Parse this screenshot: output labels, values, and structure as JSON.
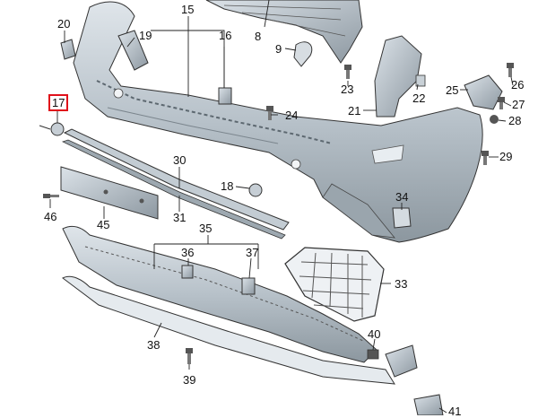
{
  "colors": {
    "part_fill": "#b9c3cb",
    "part_light": "#d9e0e6",
    "part_dark": "#6f7a83",
    "line": "#222222",
    "highlight": "#e0101a"
  },
  "labels": [
    {
      "key": "p15",
      "text": "15"
    },
    {
      "key": "p20",
      "text": "20"
    },
    {
      "key": "p19",
      "text": "19"
    },
    {
      "key": "p16",
      "text": "16"
    },
    {
      "key": "p8",
      "text": "8"
    },
    {
      "key": "p9",
      "text": "9"
    },
    {
      "key": "p23",
      "text": "23"
    },
    {
      "key": "p22",
      "text": "22"
    },
    {
      "key": "p25",
      "text": "25"
    },
    {
      "key": "p26",
      "text": "26"
    },
    {
      "key": "p27",
      "text": "27"
    },
    {
      "key": "p28",
      "text": "28"
    },
    {
      "key": "p21",
      "text": "21"
    },
    {
      "key": "p24",
      "text": "24"
    },
    {
      "key": "p17",
      "text": "17",
      "highlighted": true
    },
    {
      "key": "p29",
      "text": "29"
    },
    {
      "key": "p30",
      "text": "30"
    },
    {
      "key": "p18",
      "text": "18"
    },
    {
      "key": "p34",
      "text": "34"
    },
    {
      "key": "p46",
      "text": "46"
    },
    {
      "key": "p45",
      "text": "45"
    },
    {
      "key": "p31",
      "text": "31"
    },
    {
      "key": "p35",
      "text": "35"
    },
    {
      "key": "p36",
      "text": "36"
    },
    {
      "key": "p37",
      "text": "37"
    },
    {
      "key": "p33",
      "text": "33"
    },
    {
      "key": "p40",
      "text": "40"
    },
    {
      "key": "p38",
      "text": "38"
    },
    {
      "key": "p39",
      "text": "39"
    },
    {
      "key": "p41",
      "text": "41"
    }
  ]
}
